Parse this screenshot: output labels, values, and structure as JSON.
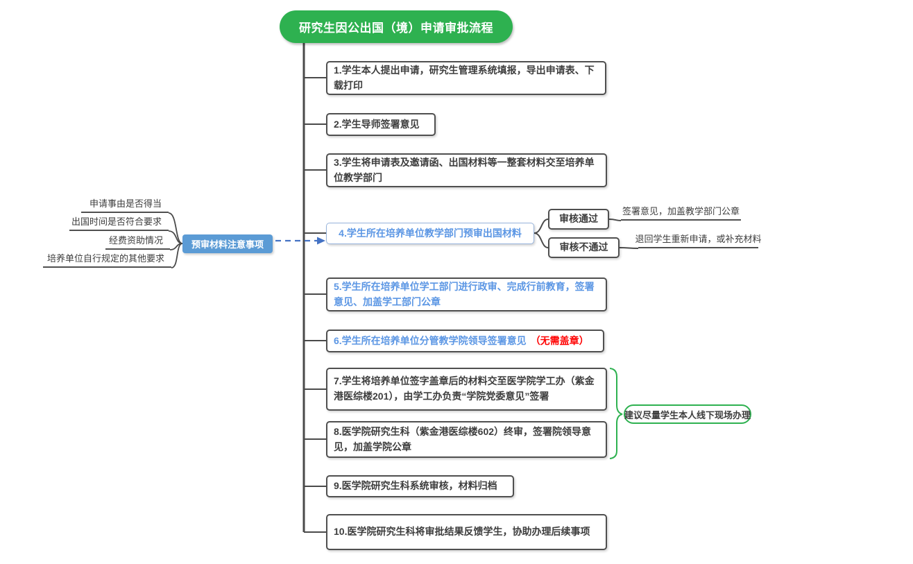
{
  "title": "研究生因公出国（境）申请审批流程",
  "steps": [
    {
      "text": "1.学生本人提出申请，研究生管理系统填报，导出申请表、下载打印"
    },
    {
      "text": "2.学生导师签署意见"
    },
    {
      "text": "3.学生将申请表及邀请函、出国材料等一整套材料交至培养单位教学部门"
    },
    {
      "text": "4.学生所在培养单位教学部门预审出国材料"
    },
    {
      "text": "5.学生所在培养单位学工部门进行政审、完成行前教育，签署意见、加盖学工部门公章"
    },
    {
      "text": "6.学生所在培养单位分管教学院领导签署意见",
      "note": "（无需盖章）"
    },
    {
      "text": "7.学生将培养单位签字盖章后的材料交至医学院学工办（紫金港医综楼201），由学工办负责“学院党委意见”签署"
    },
    {
      "text": "8.医学院研究生科（紫金港医综楼602）终审，签署院领导意见，加盖学院公章"
    },
    {
      "text": "9.医学院研究生科系统审核，材料归档"
    },
    {
      "text": "10.医学院研究生科将审批结果反馈学生，协助办理后续事项"
    }
  ],
  "left_branch": {
    "label": "预审材料注意事项",
    "items": [
      "申请事由是否得当",
      "出国时间是否符合要求",
      "经费资助情况",
      "培养单位自行规定的其他要求"
    ]
  },
  "review_branch": {
    "pass": {
      "label": "审核通过",
      "result": "签署意见，加盖教学部门公章"
    },
    "fail": {
      "label": "审核不通过",
      "result": "退回学生重新申请，或补充材料"
    }
  },
  "suggestion": "建议尽量学生本人线下现场办理",
  "colors": {
    "title_bg": "#2EB150",
    "accent_green": "#2EB150",
    "node_border": "#4f4f4f",
    "text": "#3d3d3d",
    "blue_text": "#5B96E4",
    "blue_fill": "#5B9BD5",
    "arrow_blue": "#4472C4",
    "red_text": "#FF0000"
  }
}
